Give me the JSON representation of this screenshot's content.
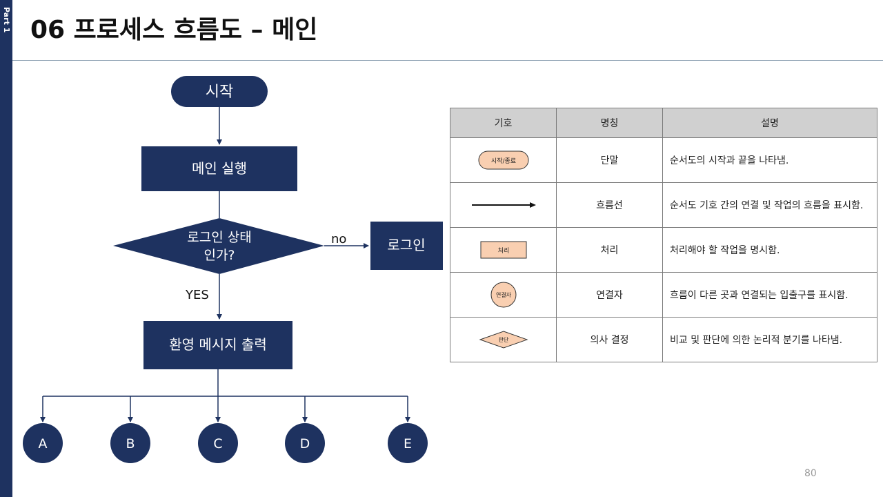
{
  "side_tab": "Part 1",
  "title": "06 프로세스 흐름도 – 메인",
  "page_number": "80",
  "flow": {
    "start": "시작",
    "run_main": "메인 실행",
    "decision_line1": "로그인 상태",
    "decision_line2": "인가?",
    "no_label": "no",
    "yes_label": "YES",
    "login": "로그인",
    "welcome": "환영 메시지 출력",
    "connectors": [
      "A",
      "B",
      "C",
      "D",
      "E"
    ]
  },
  "legend": {
    "headers": [
      "기호",
      "명칭",
      "설명"
    ],
    "rows": [
      {
        "symbol": "terminal",
        "symbol_text": "시작/종료",
        "name": "단말",
        "desc": "순서도의 시작과 끝을 나타냄."
      },
      {
        "symbol": "arrow",
        "symbol_text": "",
        "name": "흐름선",
        "desc": "순서도 기호 간의 연결 및 작업의 흐름을 표시함."
      },
      {
        "symbol": "process",
        "symbol_text": "처리",
        "name": "처리",
        "desc": "처리해야 할 작업을 명시함."
      },
      {
        "symbol": "connector",
        "symbol_text": "연결자",
        "name": "연결자",
        "desc": "흐름이 다른 곳과 연결되는 입출구를 표시함."
      },
      {
        "symbol": "decision",
        "symbol_text": "판단",
        "name": "의사 결정",
        "desc": "비교 및 판단에 의한 논리적 분기를 나타냄."
      }
    ]
  },
  "colors": {
    "navy": "#1e3260",
    "symbol_fill": "#f9cfb1",
    "header_gray": "#d0d0d0"
  }
}
